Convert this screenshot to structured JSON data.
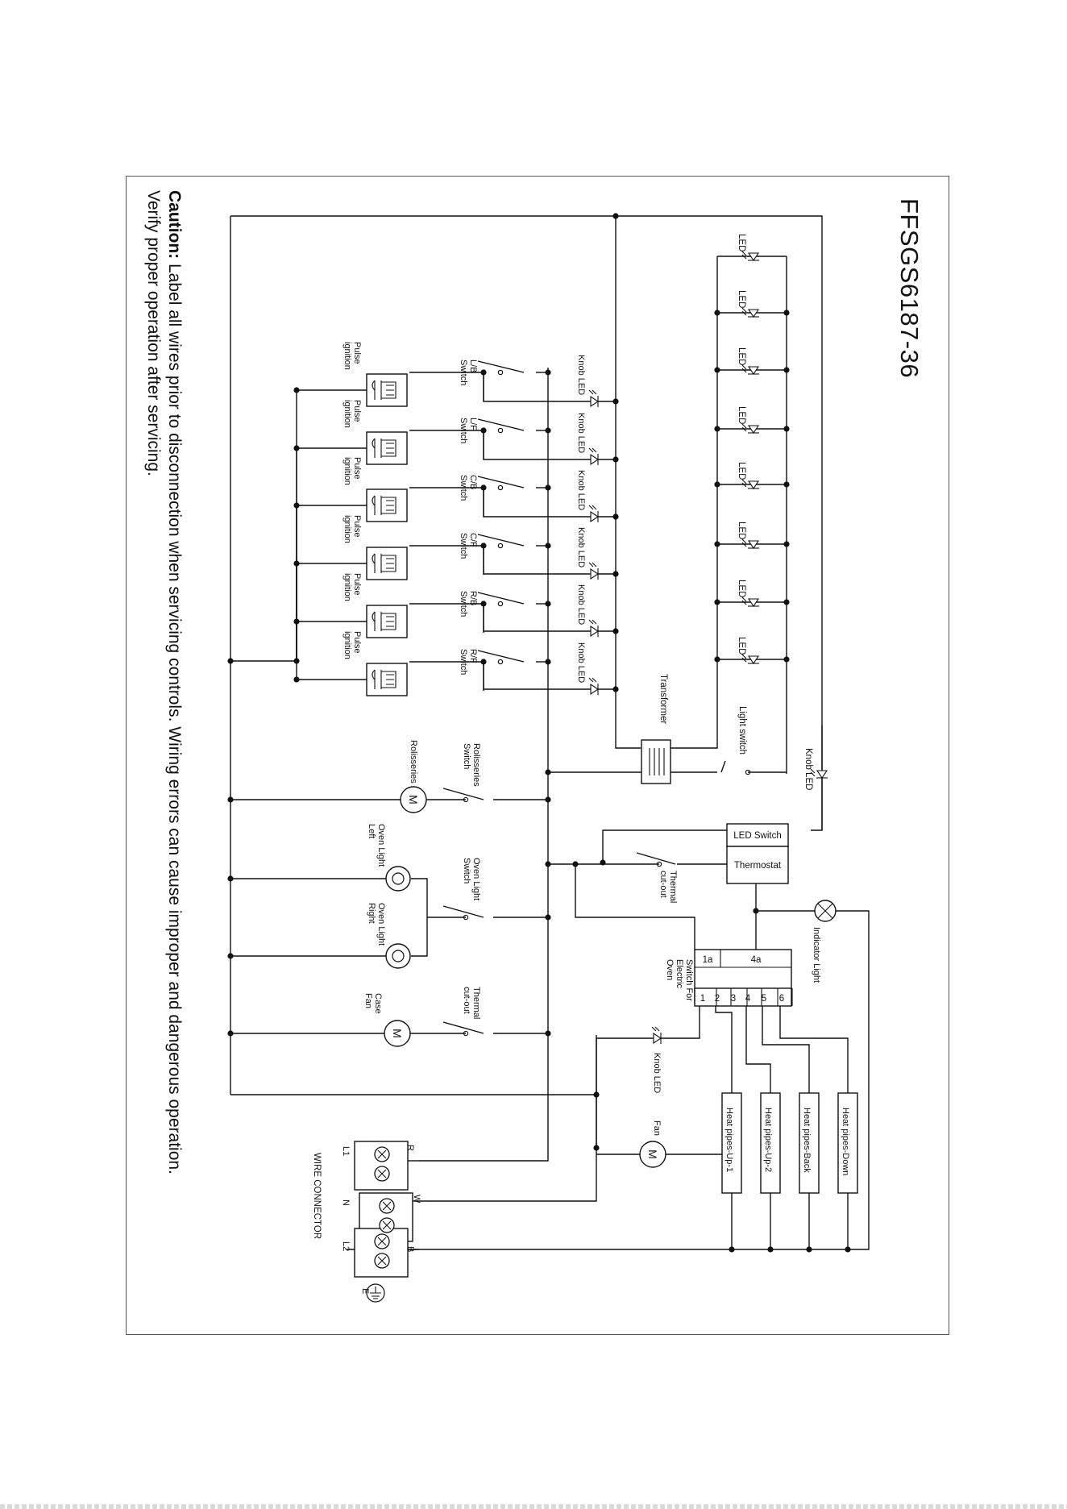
{
  "model_title": "FFSGS6187-36",
  "caution": {
    "label": "Caution:",
    "line1": " Label all wires prior to disconnection when servicing controls. Wiring errors can cause improper and dangerous operation.",
    "line2": "Verify proper operation after servicing."
  },
  "led_label": "LED",
  "knob_led_label": "Knob LED",
  "switches": [
    "L/B",
    "L/F",
    "C/B",
    "C/F",
    "R/B",
    "R/F"
  ],
  "switch_word": "Switch",
  "pulse": [
    "Pulse",
    "ignition"
  ],
  "transformer": "Transformer",
  "light_switch": "Light switch",
  "rotisseries_switch": [
    "Rolisseries",
    "Switch"
  ],
  "rotisseries": "Rolisseries",
  "motor_symbol": "M",
  "led_switch": "LED Switch",
  "thermostat": "Thermostat",
  "thermal_cutout": [
    "Thermal",
    "cut-out"
  ],
  "oven_light_switch": [
    "Oven Light",
    "Switch"
  ],
  "oven_light_left": [
    "Oven Light",
    "Left"
  ],
  "oven_light_right": [
    "Oven Light",
    "Right"
  ],
  "case_fan": [
    "Case",
    "Fan"
  ],
  "indicator_light": "Indicator Light",
  "oven_switch": [
    "Switch For",
    "Electric",
    "Oven"
  ],
  "oven_switch_terminals_top": [
    "1a",
    "4a"
  ],
  "oven_switch_terminals": [
    "1",
    "2",
    "3",
    "4",
    "5",
    "6"
  ],
  "fan": "Fan",
  "heat_pipes": [
    "Heat pipes-Up-1",
    "Heat pipes-Up-2",
    "Heat pipes-Back",
    "Heat pipes-Down"
  ],
  "wire_connector": "WIRE CONNECTOR",
  "wire_letters": [
    "R",
    "W",
    "B"
  ],
  "connector_terminals": [
    "L1",
    "N",
    "L2"
  ],
  "earth": "E"
}
